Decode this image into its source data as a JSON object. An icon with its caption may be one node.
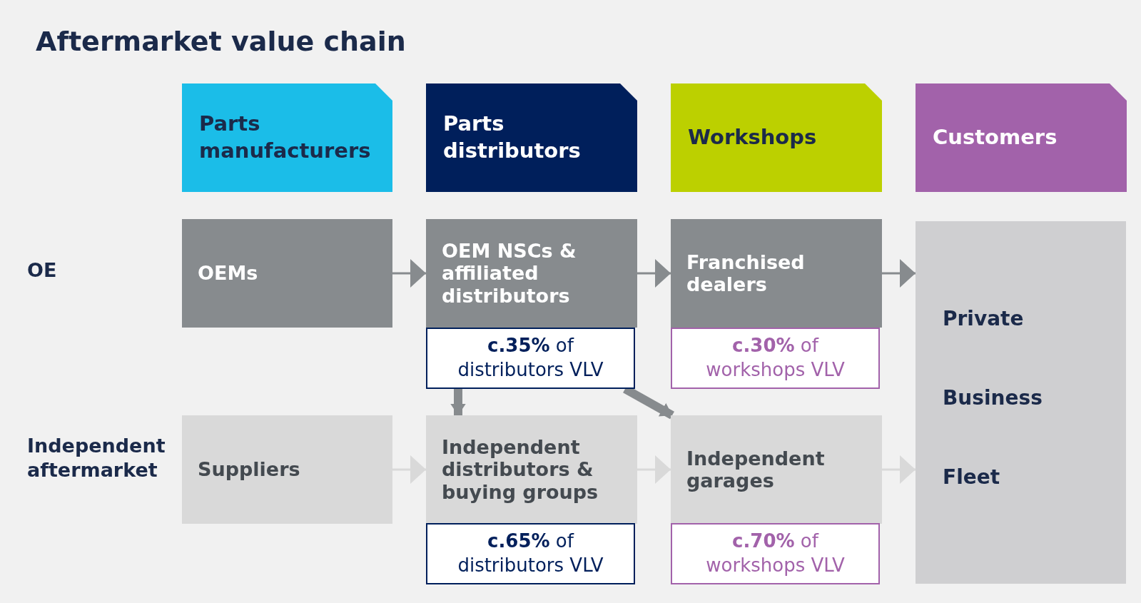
{
  "diagram": {
    "title": "Aftermarket value chain",
    "nodes": [
      {
        "text": [
          "Parts manufacturers"
        ]
      },
      {
        "text": [
          "Parts distributors"
        ]
      },
      {
        "text": [
          "Workshops"
        ]
      },
      {
        "text": [
          "Customers"
        ]
      },
      {
        "text": [
          "OEMs"
        ]
      },
      {
        "text": [
          "OEM NSCs & affiliated distributors"
        ]
      },
      {
        "text": [
          "**c.35%** of distributors VLV"
        ]
      },
      {
        "text": [
          "Franchised dealers"
        ]
      },
      {
        "text": [
          "**c.30%** of workshops VLV"
        ]
      },
      {
        "text": [
          "Suppliers"
        ]
      },
      {
        "text": [
          "Independent distributors & buying groups"
        ]
      },
      {
        "text": [
          "**c.65%** of distributors VLV"
        ]
      },
      {
        "text": [
          "Independent garages"
        ]
      },
      {
        "text": [
          "**c.70%** of workshops VLV"
        ]
      },
      {
        "text": [
          "Private",
          "Business",
          "Fleet"
        ]
      }
    ],
    "edges": [
      {
        "from": 4,
        "to": 5,
        "arrow": "to",
        "color": "#878b8e"
      },
      {
        "from": 5,
        "to": 7,
        "arrow": "to",
        "color": "#878b8e"
      },
      {
        "from": 7,
        "to": 14,
        "arrow": "to",
        "color": "#878b8e"
      },
      {
        "from": 6,
        "to": 10,
        "arrow": "to",
        "style": "thick",
        "color": "#878b8e"
      },
      {
        "from": 6,
        "to": 12,
        "arrow": "to",
        "style": "thick",
        "color": "#878b8e"
      },
      {
        "from": 9,
        "to": 10,
        "arrow": "to",
        "color": "#d9d9d9"
      },
      {
        "from": 10,
        "to": 12,
        "arrow": "to",
        "color": "#d9d9d9"
      },
      {
        "from": 12,
        "to": 14,
        "arrow": "to",
        "color": "#d9d9d9"
      }
    ],
    "labels": [
      "OE",
      "Independent aftermarket"
    ]
  }
}
